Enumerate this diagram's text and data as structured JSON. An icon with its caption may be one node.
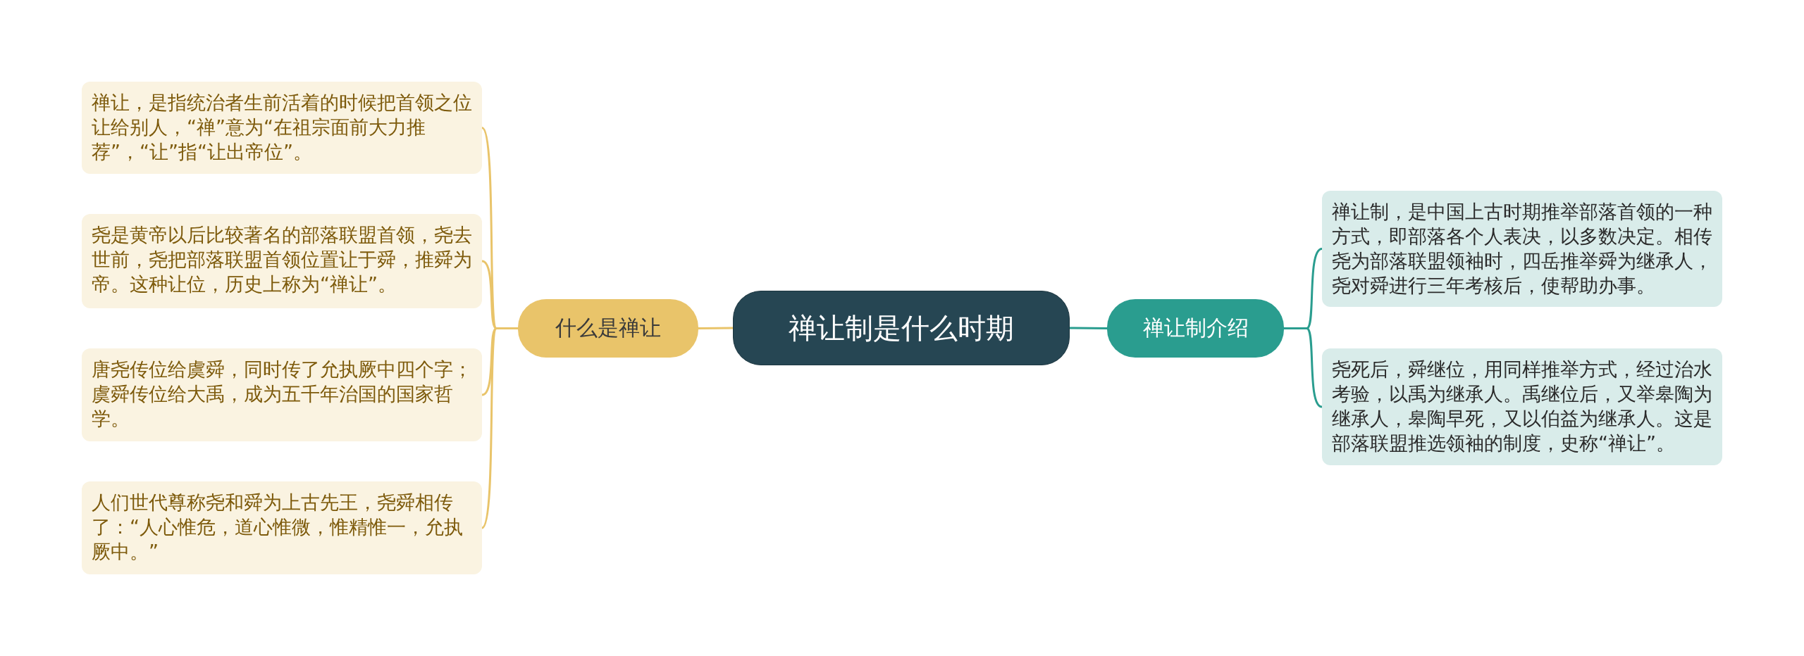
{
  "diagram": {
    "nodes": [
      {
        "text": [
          "禅让制是什么时期"
        ]
      },
      {
        "text": [
          "什么是禅让"
        ]
      },
      {
        "text": [
          "禅让，是指统治者生前活着的时候把首领之位让给别人，“禅”意为“在祖宗面前大力推荐”，“让”指“让出帝位”。"
        ]
      },
      {
        "text": [
          "尧是黄帝以后比较著名的部落联盟首领，尧去世前，尧把部落联盟首领位置让于舜，推舜为帝。这种让位，历史上称为“禅让”。"
        ]
      },
      {
        "text": [
          "唐尧传位给虞舜，同时传了允执厥中四个字；虞舜传位给大禹，成为五千年治国的国家哲学。"
        ]
      },
      {
        "text": [
          "人们世代尊称尧和舜为上古先王，尧舜相传了：“人心惟危，道心惟微，惟精惟一，允执厥中。”"
        ]
      },
      {
        "text": [
          "禅让制介绍"
        ]
      },
      {
        "text": [
          "禅让制，是中国上古时期推举部落首领的一种方式，即部落各个人表决，以多数决定。相传尧为部落联盟领袖时，四岳推举舜为继承人，尧对舜进行三年考核后，使帮助办事。"
        ]
      },
      {
        "text": [
          "尧死后，舜继位，用同样推举方式，经过治水考验，以禹为继承人。禹继位后，又举皋陶为继承人，皋陶早死，又以伯益为继承人。这是部落联盟推选领袖的制度，史称“禅让”。"
        ]
      }
    ],
    "edges": [
      {
        "from": 0,
        "to": 1,
        "arrow": "none"
      },
      {
        "from": 1,
        "to": 2,
        "arrow": "none"
      },
      {
        "from": 1,
        "to": 3,
        "arrow": "none"
      },
      {
        "from": 1,
        "to": 4,
        "arrow": "none"
      },
      {
        "from": 1,
        "to": 5,
        "arrow": "none"
      },
      {
        "from": 0,
        "to": 6,
        "arrow": "none",
        "color": "#2a9d8f"
      },
      {
        "from": 6,
        "to": 7,
        "arrow": "none",
        "color": "#2a9d8f"
      },
      {
        "from": 6,
        "to": 8,
        "arrow": "none",
        "color": "#2a9d8f"
      }
    ]
  }
}
